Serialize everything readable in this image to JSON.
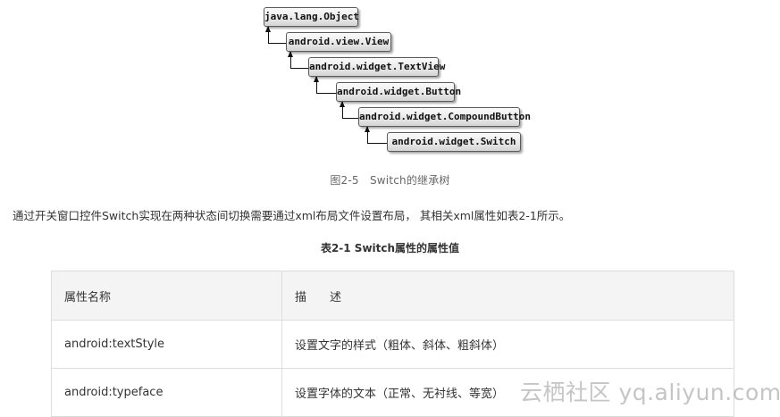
{
  "figure": {
    "nodes": [
      "java.lang.Object",
      "android.view.View",
      "android.widget.TextView",
      "android.widget.Button",
      "android.widget.CompoundButton",
      "android.widget.Switch"
    ],
    "caption": "图2-5　Switch的继承树"
  },
  "paragraph": "通过开关窗口控件Switch实现在两种状态间切换需要通过xml布局文件设置布局， 其相关xml属性如表2-1所示。",
  "table": {
    "title": "表2-1 Switch属性的属性值",
    "headers": [
      "属性名称",
      "描　　述"
    ],
    "rows": [
      [
        "android:textStyle",
        "设置文字的样式（粗体、斜体、粗斜体）"
      ],
      [
        "android:typeface",
        "设置字体的文本（正常、无衬线、等宽）"
      ]
    ]
  },
  "watermark": "云栖社区 yq.aliyun.com"
}
